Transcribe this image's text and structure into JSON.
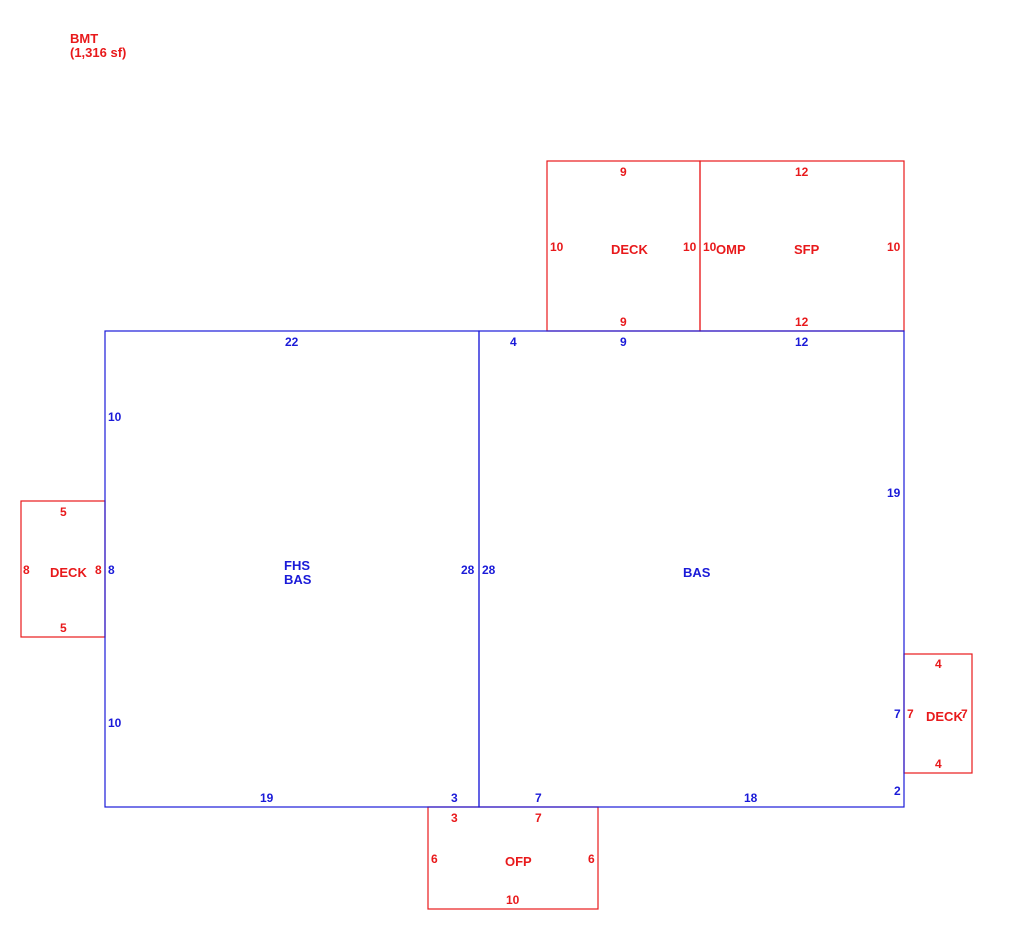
{
  "colors": {
    "main": "#1a1ad8",
    "addition": "#e8191b",
    "background": "#ffffff"
  },
  "summary": {
    "line1": "BMT",
    "line2": "(1,316 sf)"
  },
  "areas": {
    "fhs_bas": {
      "line1": "FHS",
      "line2": "BAS"
    },
    "bas": {
      "label": "BAS"
    },
    "deck_top": {
      "label": "DECK"
    },
    "omp": {
      "label": "OMP"
    },
    "sfp": {
      "label": "SFP"
    },
    "deck_left": {
      "label": "DECK"
    },
    "deck_right": {
      "label": "DECK"
    },
    "ofp": {
      "label": "OFP"
    }
  },
  "dimensions": {
    "fhs_top": "22",
    "fhs_left_upper": "10",
    "fhs_left_mid": "8",
    "fhs_left_lower": "10",
    "fhs_bottom": "19",
    "fhs_bottom_right": "3",
    "fhs_right": "28",
    "bas_left": "28",
    "bas_top_a": "4",
    "bas_top_b": "9",
    "bas_top_c": "12",
    "bas_right_upper": "19",
    "bas_right_mid": "7",
    "bas_right_lower": "2",
    "bas_bottom_a": "7",
    "bas_bottom_b": "18",
    "deck_top_top": "9",
    "deck_top_bottom": "9",
    "deck_top_left": "10",
    "deck_top_right": "10",
    "omp_left": "10",
    "sfp_top": "12",
    "sfp_bottom": "12",
    "sfp_right": "10",
    "deck_left_top": "5",
    "deck_left_bottom": "5",
    "deck_left_left": "8",
    "deck_left_right": "8",
    "deck_right_top": "4",
    "deck_right_bottom": "4",
    "deck_right_left": "7",
    "deck_right_right": "7",
    "ofp_top_left": "3",
    "ofp_top_right": "7",
    "ofp_left": "6",
    "ofp_right": "6",
    "ofp_bottom": "10"
  }
}
